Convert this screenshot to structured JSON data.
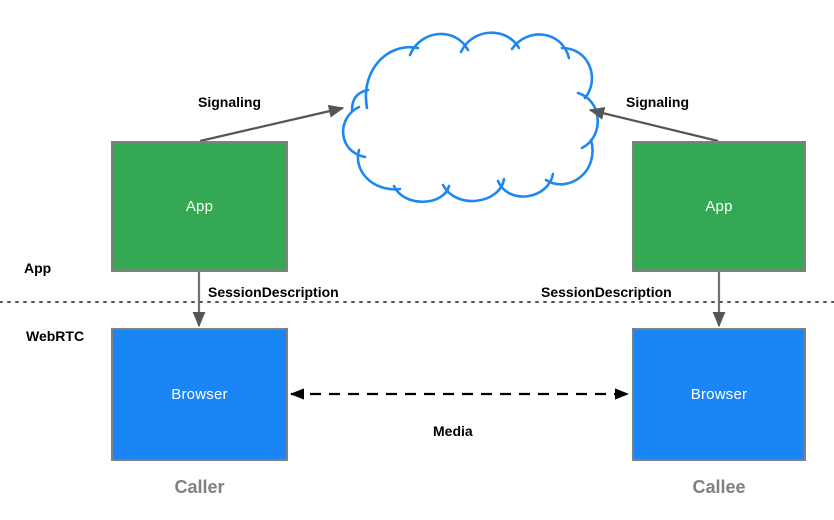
{
  "diagram": {
    "title": "WebRTC signaling and media flow between Caller and Callee",
    "background_color": "#ffffff",
    "colors": {
      "app_box_fill": "#34a853",
      "browser_box_fill": "#1a85f5",
      "box_border": "#808080",
      "cloud_stroke": "#1e88f0",
      "arrow_solid": "#555555",
      "arrow_dashed": "#000000",
      "divider_dotted": "#555555",
      "label_text": "#000000",
      "role_text": "#808080",
      "box_text": "#ffffff"
    }
  },
  "layers": {
    "upper_label": "App",
    "lower_label": "WebRTC"
  },
  "nodes": {
    "caller_app": {
      "label": "App",
      "kind": "app"
    },
    "callee_app": {
      "label": "App",
      "kind": "app"
    },
    "caller_browser": {
      "label": "Browser",
      "kind": "browser"
    },
    "callee_browser": {
      "label": "Browser",
      "kind": "browser"
    },
    "signaling_cloud": {
      "label": "",
      "kind": "cloud"
    }
  },
  "edges": {
    "caller_signaling": {
      "label": "Signaling",
      "from": "caller_app",
      "to": "signaling_cloud",
      "style": "solid",
      "arrow": "end"
    },
    "callee_signaling": {
      "label": "Signaling",
      "from": "callee_app",
      "to": "signaling_cloud",
      "style": "solid",
      "arrow": "end"
    },
    "caller_session_description": {
      "label": "SessionDescription",
      "from": "caller_app",
      "to": "caller_browser",
      "style": "solid",
      "arrow": "end"
    },
    "callee_session_description": {
      "label": "SessionDescription",
      "from": "callee_app",
      "to": "callee_browser",
      "style": "solid",
      "arrow": "end"
    },
    "media": {
      "label": "Media",
      "from": "caller_browser",
      "to": "callee_browser",
      "style": "dashed",
      "arrow": "both"
    }
  },
  "roles": {
    "left": "Caller",
    "right": "Callee"
  }
}
